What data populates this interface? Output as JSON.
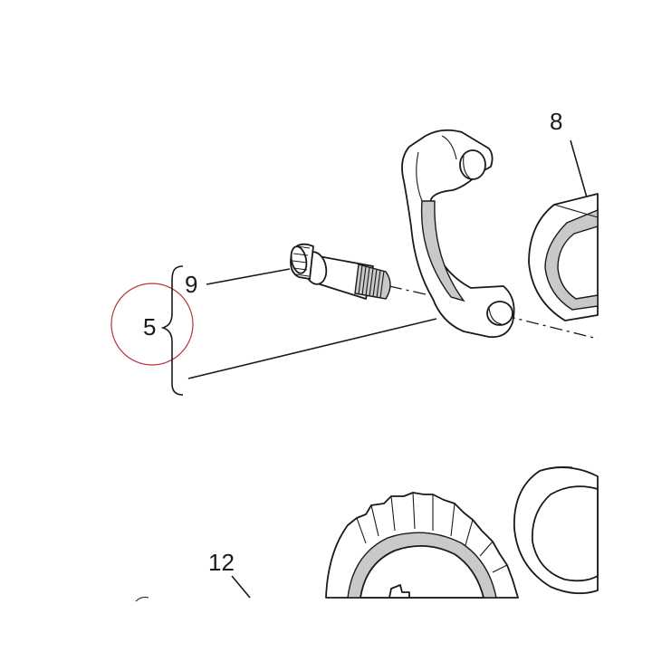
{
  "callouts": {
    "bolt": "9",
    "bolt_set": "5",
    "bearing_shell": "8",
    "gear": "12"
  },
  "colors": {
    "ink": "#1a1a1a",
    "shade": "#c9c9c9",
    "highlight_circle": "#b8323c",
    "background": "#ffffff"
  }
}
